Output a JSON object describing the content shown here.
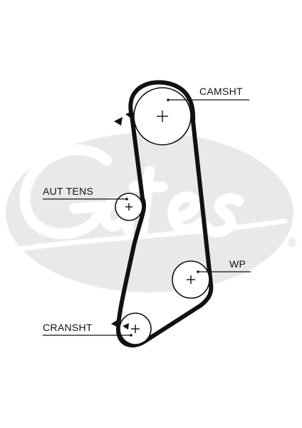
{
  "labels": {
    "camshaft": "CAMSHT",
    "tensioner": "AUT TENS",
    "water_pump": "WP",
    "crankshaft": "CRANSHT"
  },
  "watermark": {
    "brand": "Gates",
    "mark": "®",
    "color": "#e9e9ec"
  },
  "colors": {
    "line": "#111111",
    "background": "#ffffff"
  },
  "icons": {
    "pulley_center": "plus-icon",
    "rotation": "triangle-arrow-icon"
  }
}
